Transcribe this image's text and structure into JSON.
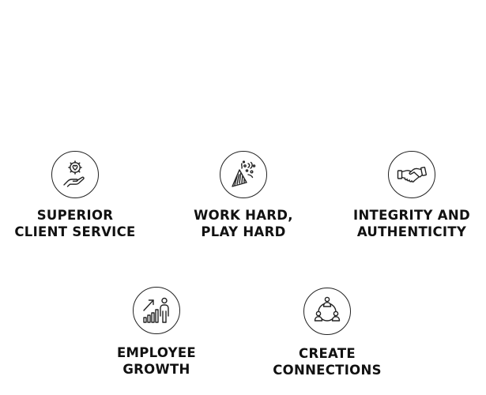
{
  "values": [
    {
      "icon": "hand-heart-gear-icon",
      "lines": [
        "SUPERIOR",
        "CLIENT SERVICE"
      ]
    },
    {
      "icon": "party-popper-icon",
      "lines": [
        "WORK HARD,",
        "PLAY HARD"
      ]
    },
    {
      "icon": "handshake-icon",
      "lines": [
        "INTEGRITY AND",
        "AUTHENTICITY"
      ]
    },
    {
      "icon": "growth-chart-person-icon",
      "lines": [
        "EMPLOYEE",
        "GROWTH"
      ]
    },
    {
      "icon": "people-network-icon",
      "lines": [
        "CREATE",
        "CONNECTIONS"
      ]
    }
  ],
  "colors": {
    "text": "#111111",
    "icon_stroke": "#222222",
    "background": "#ffffff"
  }
}
